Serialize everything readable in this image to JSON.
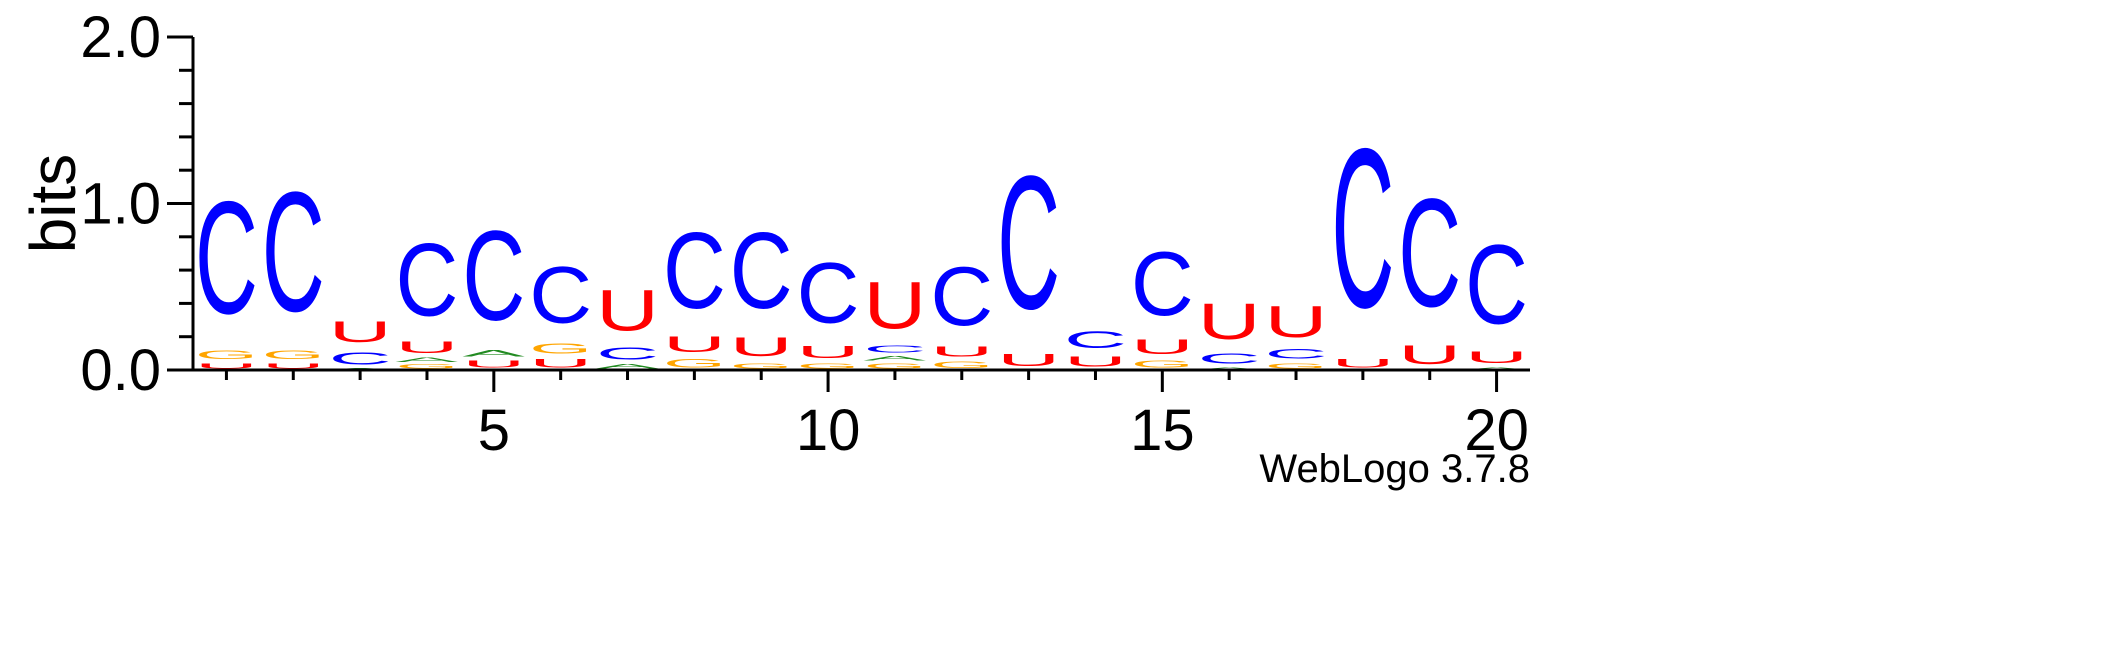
{
  "chart_data": {
    "type": "sequence-logo",
    "ylabel": "bits",
    "ylim": [
      0,
      2.0
    ],
    "y_ticks": [
      "0.0",
      "1.0",
      "2.0"
    ],
    "x_ticks": [
      5,
      10,
      15,
      20
    ],
    "x_range": [
      0.5,
      20.5
    ],
    "credit": "WebLogo 3.7.8",
    "colors": {
      "A": "#228b22",
      "C": "#0000ff",
      "G": "#ffa500",
      "U": "#ff0000"
    },
    "positions": [
      {
        "pos": 1,
        "stack": [
          [
            "U",
            0.05
          ],
          [
            "G",
            0.08
          ],
          [
            "C",
            1.08
          ]
        ]
      },
      {
        "pos": 2,
        "stack": [
          [
            "U",
            0.05
          ],
          [
            "G",
            0.08
          ],
          [
            "C",
            1.15
          ]
        ]
      },
      {
        "pos": 3,
        "stack": [
          [
            "A",
            0.01
          ],
          [
            "C",
            0.12
          ],
          [
            "U",
            0.2
          ]
        ]
      },
      {
        "pos": 4,
        "stack": [
          [
            "G",
            0.04
          ],
          [
            "A",
            0.04
          ],
          [
            "U",
            0.11
          ],
          [
            "C",
            0.7
          ]
        ]
      },
      {
        "pos": 5,
        "stack": [
          [
            "U",
            0.07
          ],
          [
            "A",
            0.06
          ],
          [
            "C",
            0.86
          ]
        ]
      },
      {
        "pos": 6,
        "stack": [
          [
            "U",
            0.08
          ],
          [
            "G",
            0.1
          ],
          [
            "C",
            0.54
          ]
        ]
      },
      {
        "pos": 7,
        "stack": [
          [
            "A",
            0.04
          ],
          [
            "C",
            0.12
          ],
          [
            "U",
            0.39
          ]
        ]
      },
      {
        "pos": 8,
        "stack": [
          [
            "G",
            0.08
          ],
          [
            "U",
            0.15
          ],
          [
            "C",
            0.73
          ]
        ]
      },
      {
        "pos": 9,
        "stack": [
          [
            "G",
            0.05
          ],
          [
            "U",
            0.18
          ],
          [
            "C",
            0.73
          ]
        ]
      },
      {
        "pos": 10,
        "stack": [
          [
            "G",
            0.05
          ],
          [
            "U",
            0.12
          ],
          [
            "C",
            0.58
          ]
        ]
      },
      {
        "pos": 11,
        "stack": [
          [
            "G",
            0.05
          ],
          [
            "A",
            0.04
          ],
          [
            "C",
            0.07
          ],
          [
            "U",
            0.45
          ]
        ]
      },
      {
        "pos": 12,
        "stack": [
          [
            "G",
            0.06
          ],
          [
            "U",
            0.1
          ],
          [
            "C",
            0.56
          ]
        ]
      },
      {
        "pos": 13,
        "stack": [
          [
            "U",
            0.12
          ],
          [
            "C",
            1.28
          ]
        ]
      },
      {
        "pos": 14,
        "stack": [
          [
            "U",
            0.1
          ],
          [
            "C",
            0.16
          ]
        ]
      },
      {
        "pos": 15,
        "stack": [
          [
            "G",
            0.07
          ],
          [
            "U",
            0.14
          ],
          [
            "C",
            0.61
          ]
        ]
      },
      {
        "pos": 16,
        "stack": [
          [
            "A",
            0.02
          ],
          [
            "C",
            0.1
          ],
          [
            "U",
            0.34
          ]
        ]
      },
      {
        "pos": 17,
        "stack": [
          [
            "G",
            0.05
          ],
          [
            "C",
            0.09
          ],
          [
            "U",
            0.3
          ]
        ]
      },
      {
        "pos": 18,
        "stack": [
          [
            "U",
            0.08
          ],
          [
            "C",
            1.53
          ]
        ]
      },
      {
        "pos": 19,
        "stack": [
          [
            "U",
            0.18
          ],
          [
            "C",
            1.04
          ]
        ]
      },
      {
        "pos": 20,
        "stack": [
          [
            "A",
            0.02
          ],
          [
            "U",
            0.11
          ],
          [
            "C",
            0.76
          ]
        ]
      }
    ]
  }
}
